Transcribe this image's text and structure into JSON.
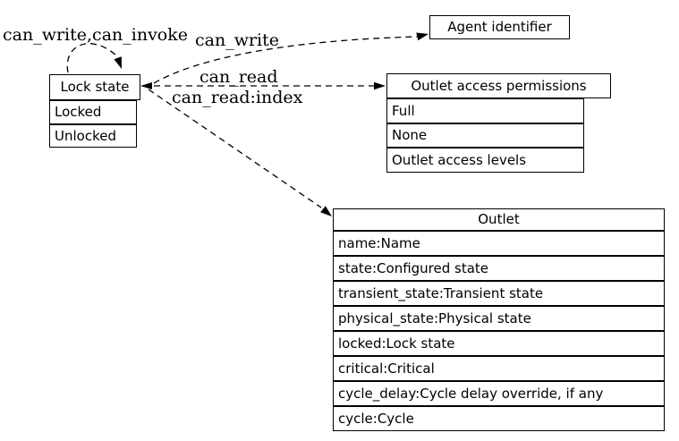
{
  "diagram": {
    "colors": {
      "line": "#000000",
      "background": "#ffffff",
      "text": "#000000"
    },
    "edge_labels": {
      "self_loop": "can_write,can_invoke",
      "to_agent_identifier": "can_write",
      "to_outlet_access_permissions": "can_read",
      "to_outlet": "can_read:index"
    },
    "nodes": {
      "lock_state": {
        "header": "Lock state",
        "rows": [
          "Locked",
          "Unlocked"
        ]
      },
      "agent_identifier": {
        "header": "Agent identifier"
      },
      "outlet_access_permissions": {
        "header": "Outlet access permissions",
        "rows": [
          "Full",
          "None",
          "Outlet access levels"
        ]
      },
      "outlet": {
        "header": "Outlet",
        "rows": [
          "name:Name",
          "state:Configured state",
          "transient_state:Transient state",
          "physical_state:Physical state",
          "locked:Lock state",
          "critical:Critical",
          "cycle_delay:Cycle delay override, if any",
          "cycle:Cycle"
        ]
      }
    }
  }
}
